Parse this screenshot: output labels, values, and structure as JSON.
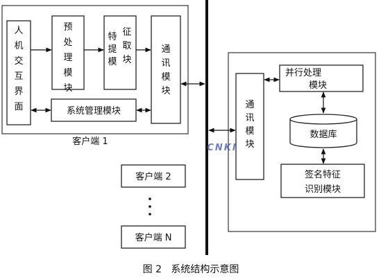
{
  "client1": {
    "hci": "人机交互界面",
    "preprocess": "预处理模块",
    "feature_a": "特提模",
    "feature_b": "征取块",
    "comm": "通讯模块",
    "sysmgmt": "系统管理模块",
    "label": "客户端 1"
  },
  "client2": {
    "label": "客户端 2"
  },
  "clientN": {
    "label": "客户端 N"
  },
  "server": {
    "comm": "通讯模块",
    "parallel": "并行处理模块",
    "database": "数据库",
    "signature": "签名特征识别模块"
  },
  "watermark": "CNKI",
  "caption": "图 2   系统结构示意图",
  "colors": {
    "line": "#111111",
    "border": "#222222",
    "watermark": "#3b58a8"
  }
}
